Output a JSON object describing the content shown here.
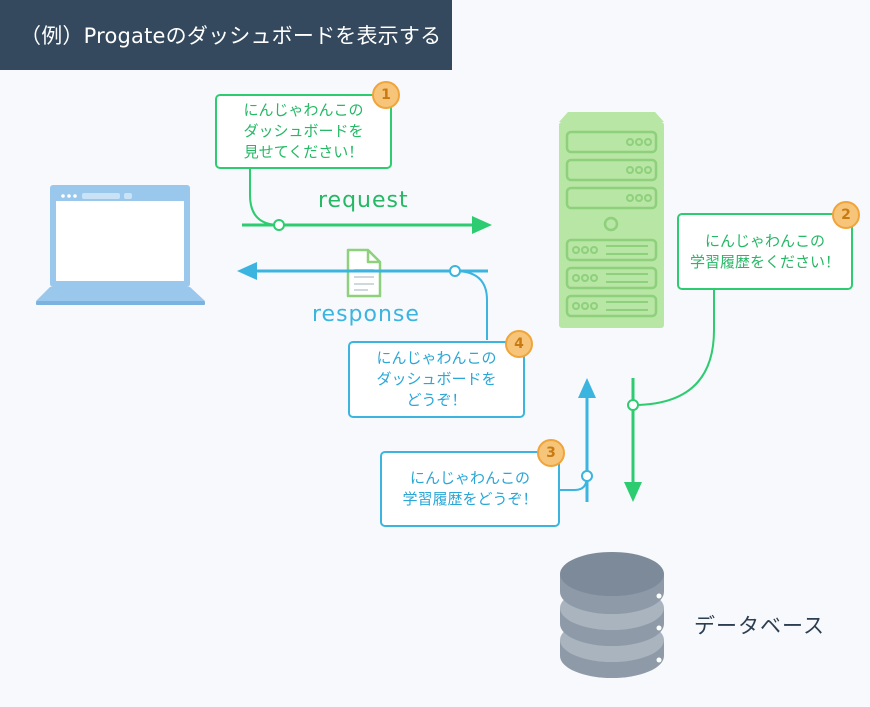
{
  "title": "（例）Progateのダッシュボードを表示する",
  "flows": {
    "request": "request",
    "response": "response"
  },
  "bubbles": [
    {
      "number": "1",
      "lines": [
        "にんじゃわんこの",
        "ダッシュボードを",
        "見せてください！"
      ]
    },
    {
      "number": "2",
      "lines": [
        "にんじゃわんこの",
        "学習履歴をください！"
      ]
    },
    {
      "number": "3",
      "lines": [
        "にんじゃわんこの",
        "学習履歴をどうぞ！"
      ]
    },
    {
      "number": "4",
      "lines": [
        "にんじゃわんこの",
        "ダッシュボードを",
        "どうぞ！"
      ]
    }
  ],
  "database_label": "データベース",
  "colors": {
    "request": "#2ecc71",
    "response": "#3bb5e0",
    "badge": "#f6c57a",
    "header": "#34495e"
  },
  "icons": [
    "laptop-icon",
    "server-icon",
    "document-icon",
    "database-icon"
  ]
}
